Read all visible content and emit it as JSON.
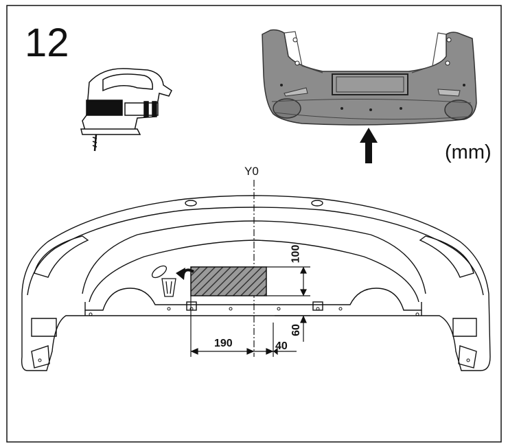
{
  "step_number": "12",
  "unit_label": "(mm)",
  "axis_label": "Y0",
  "dimensions": {
    "left_offset": "190",
    "right_offset": "40",
    "cut_height": "100",
    "bottom_offset": "60"
  },
  "icons": [
    "jigsaw-icon",
    "clip-removal-icon",
    "rotate-arrow-icon",
    "up-arrow-icon"
  ],
  "colors": {
    "line": "#111111",
    "bumper_fill": "#8c8c8c",
    "hatch": "#555555"
  }
}
